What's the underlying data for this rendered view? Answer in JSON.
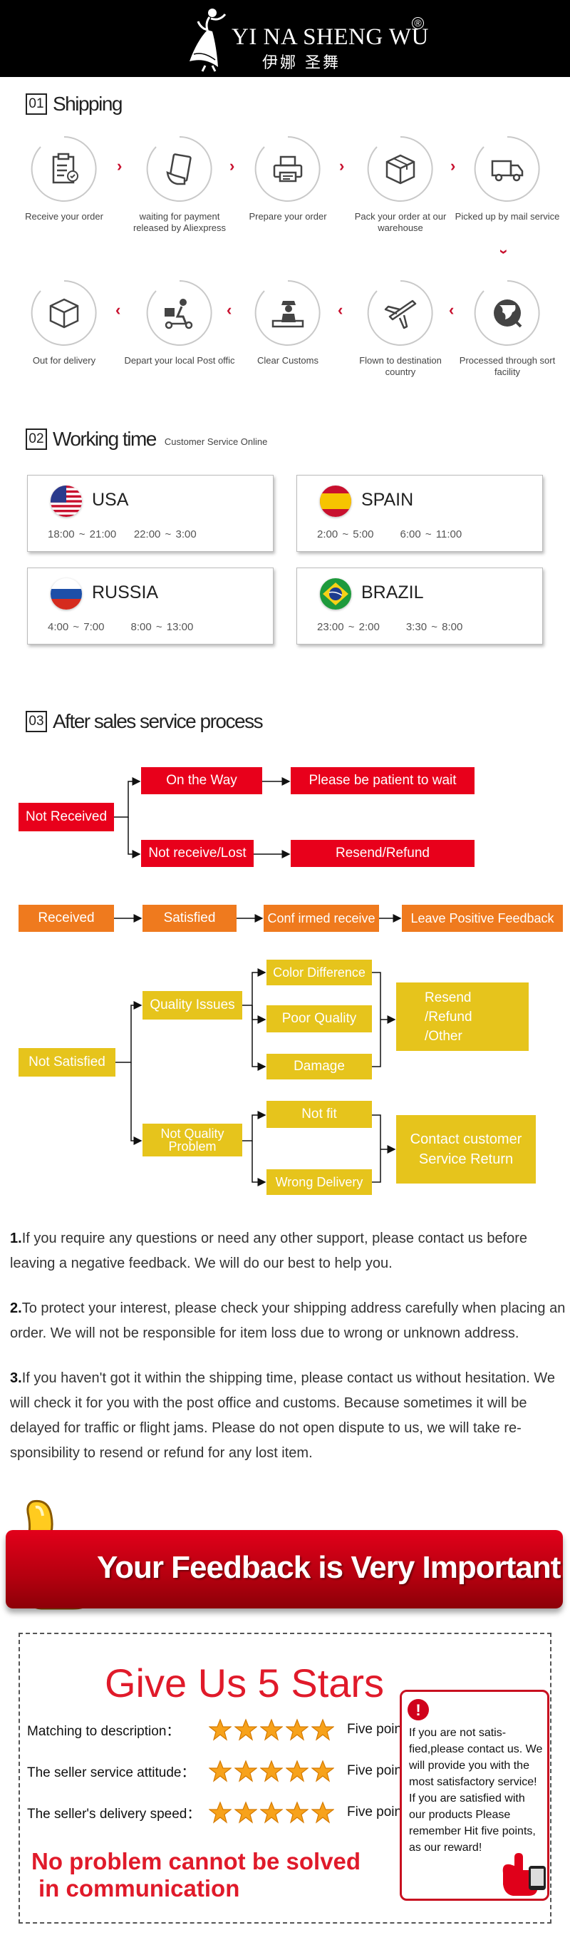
{
  "brand": {
    "name_en": "YI NA SHENG WU",
    "registered": "®",
    "name_cn": "伊娜 圣舞"
  },
  "shipping": {
    "num": "01",
    "title": "Shipping",
    "steps_row1": [
      "Receive your order",
      "waiting for payment released by Aliexpress",
      "Prepare your order",
      "Pack your order at our warehouse",
      "Picked up by mail service"
    ],
    "steps_row2": [
      "Out for delivery",
      "Depart your local Post offic",
      "Clear Customs",
      "Flown to destination country",
      "Processed through sort facility"
    ]
  },
  "working_time": {
    "num": "02",
    "title": "Working time",
    "subtitle": "Customer Service Online",
    "countries": [
      {
        "name": "USA",
        "time1": "18:00 ~ 21:00",
        "time2": "22:00 ~ 3:00"
      },
      {
        "name": "SPAIN",
        "time1": "2:00 ~ 5:00",
        "time2": "6:00 ~ 11:00"
      },
      {
        "name": "RUSSIA",
        "time1": "4:00 ~ 7:00",
        "time2": "8:00 ~ 13:00"
      },
      {
        "name": "BRAZIL",
        "time1": "23:00 ~ 2:00",
        "time2": "3:30 ~ 8:00"
      }
    ]
  },
  "after_sales": {
    "num": "03",
    "title": "After sales service process",
    "not_received": "Not Received",
    "on_the_way": "On the Way",
    "be_patient": "Please be patient to wait",
    "not_receive_lost": "Not receive/Lost",
    "resend_refund": "Resend/Refund",
    "received": "Received",
    "satisfied": "Satisfied",
    "confirmed": "Conf irmed receive",
    "leave_feedback": "Leave Positive Feedback",
    "not_satisfied": "Not Satisfied",
    "quality_issues": "Quality Issues",
    "color_difference": "Color Difference",
    "poor_quality": "Poor Quality",
    "damage": "Damage",
    "resend_options": [
      "Resend",
      "/Refund",
      "/Other"
    ],
    "not_quality_problem": [
      "Not Quality",
      "Problem"
    ],
    "not_fit": "Not fit",
    "wrong_delivery": "Wrong Delivery",
    "contact": [
      "Contact customer",
      "Service Return"
    ]
  },
  "notes": [
    {
      "num": "1.",
      "text": "If you require any questions or need any other support, please contact us before leaving a negative feedback. We will do our best to help you."
    },
    {
      "num": "2.",
      "text": "To protect your interest, please check your shipping address carefully when placing an order. We will not be responsible for item loss due to wrong or unknown address."
    },
    {
      "num": "3.",
      "text": "If you haven't got it within the shipping time, please contact us without hesitation. We will check it for you with the post office and customs. Because sometimes it will be delayed for traffic or flight jams. Please do not open dispute to us, we will take re-sponsibility to resend or refund for any lost item."
    }
  ],
  "feedback_banner": "Your Feedback is Very Important",
  "stars": {
    "title": "Give Us 5 Stars",
    "rows": [
      {
        "label": "Matching to description：",
        "value": "Five points",
        "stars": 5
      },
      {
        "label": "The seller service attitude：",
        "value": "Five points",
        "stars": 5
      },
      {
        "label": "The seller's delivery speed：",
        "value": "Five points",
        "stars": 5
      }
    ],
    "bottom": [
      "No problem cannot be solved",
      "in communication"
    ],
    "note_mark": "!",
    "note": "If you are not satis-fied,please contact us. We will provide you with the most satisfactory service! If you are satisfied with our products Please remember Hit five points, as our reward!"
  },
  "colors": {
    "red": "#e8001b",
    "orange": "#ef7a1e",
    "yellow": "#e6c41c",
    "accent": "#c8102e"
  }
}
